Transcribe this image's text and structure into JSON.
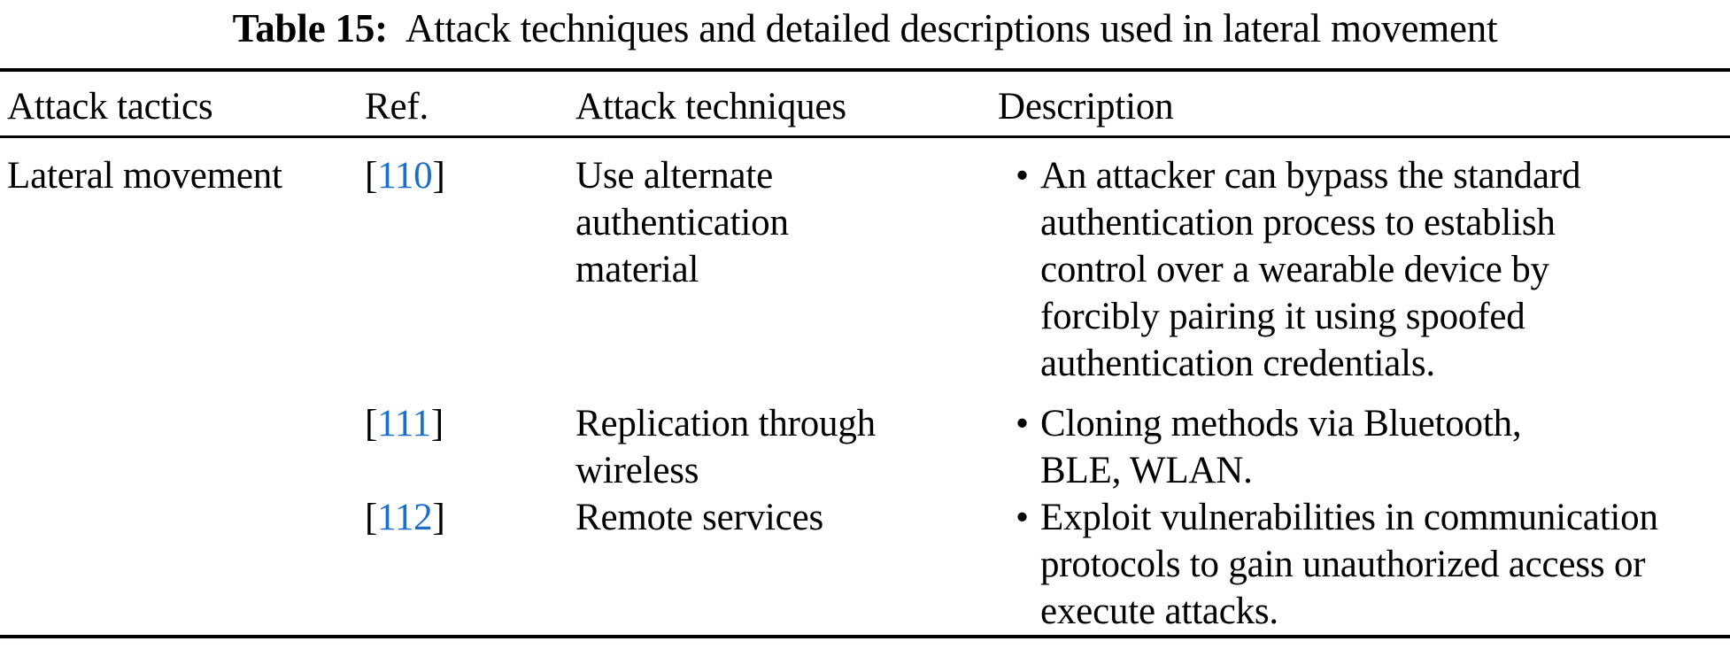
{
  "title": {
    "label": "Table 15:",
    "text": "Attack techniques and detailed descriptions used in lateral movement"
  },
  "table": {
    "columns": [
      "Attack tactics",
      "Ref.",
      "Attack techniques",
      "Description"
    ],
    "link_color": "#1b6ec9",
    "bullet_glyph": "•",
    "rows": [
      {
        "tactic": "Lateral movement",
        "ref": {
          "open": "[",
          "num": "110",
          "close": "]"
        },
        "technique": "Use alternate\nauthentication\nmaterial",
        "description": "An attacker can bypass the standard\nauthentication process to establish\ncontrol over a wearable device by\nforcibly pairing it using spoofed\nauthentication credentials."
      },
      {
        "tactic": "",
        "ref": {
          "open": "[",
          "num": "111",
          "close": "]"
        },
        "technique": "Replication through\nwireless",
        "description": "Cloning methods via Bluetooth,\nBLE, WLAN."
      },
      {
        "tactic": "",
        "ref": {
          "open": "[",
          "num": "112",
          "close": "]"
        },
        "technique": "Remote services",
        "description": "Exploit vulnerabilities in communication\nprotocols to gain unauthorized access or\nexecute attacks."
      }
    ]
  }
}
